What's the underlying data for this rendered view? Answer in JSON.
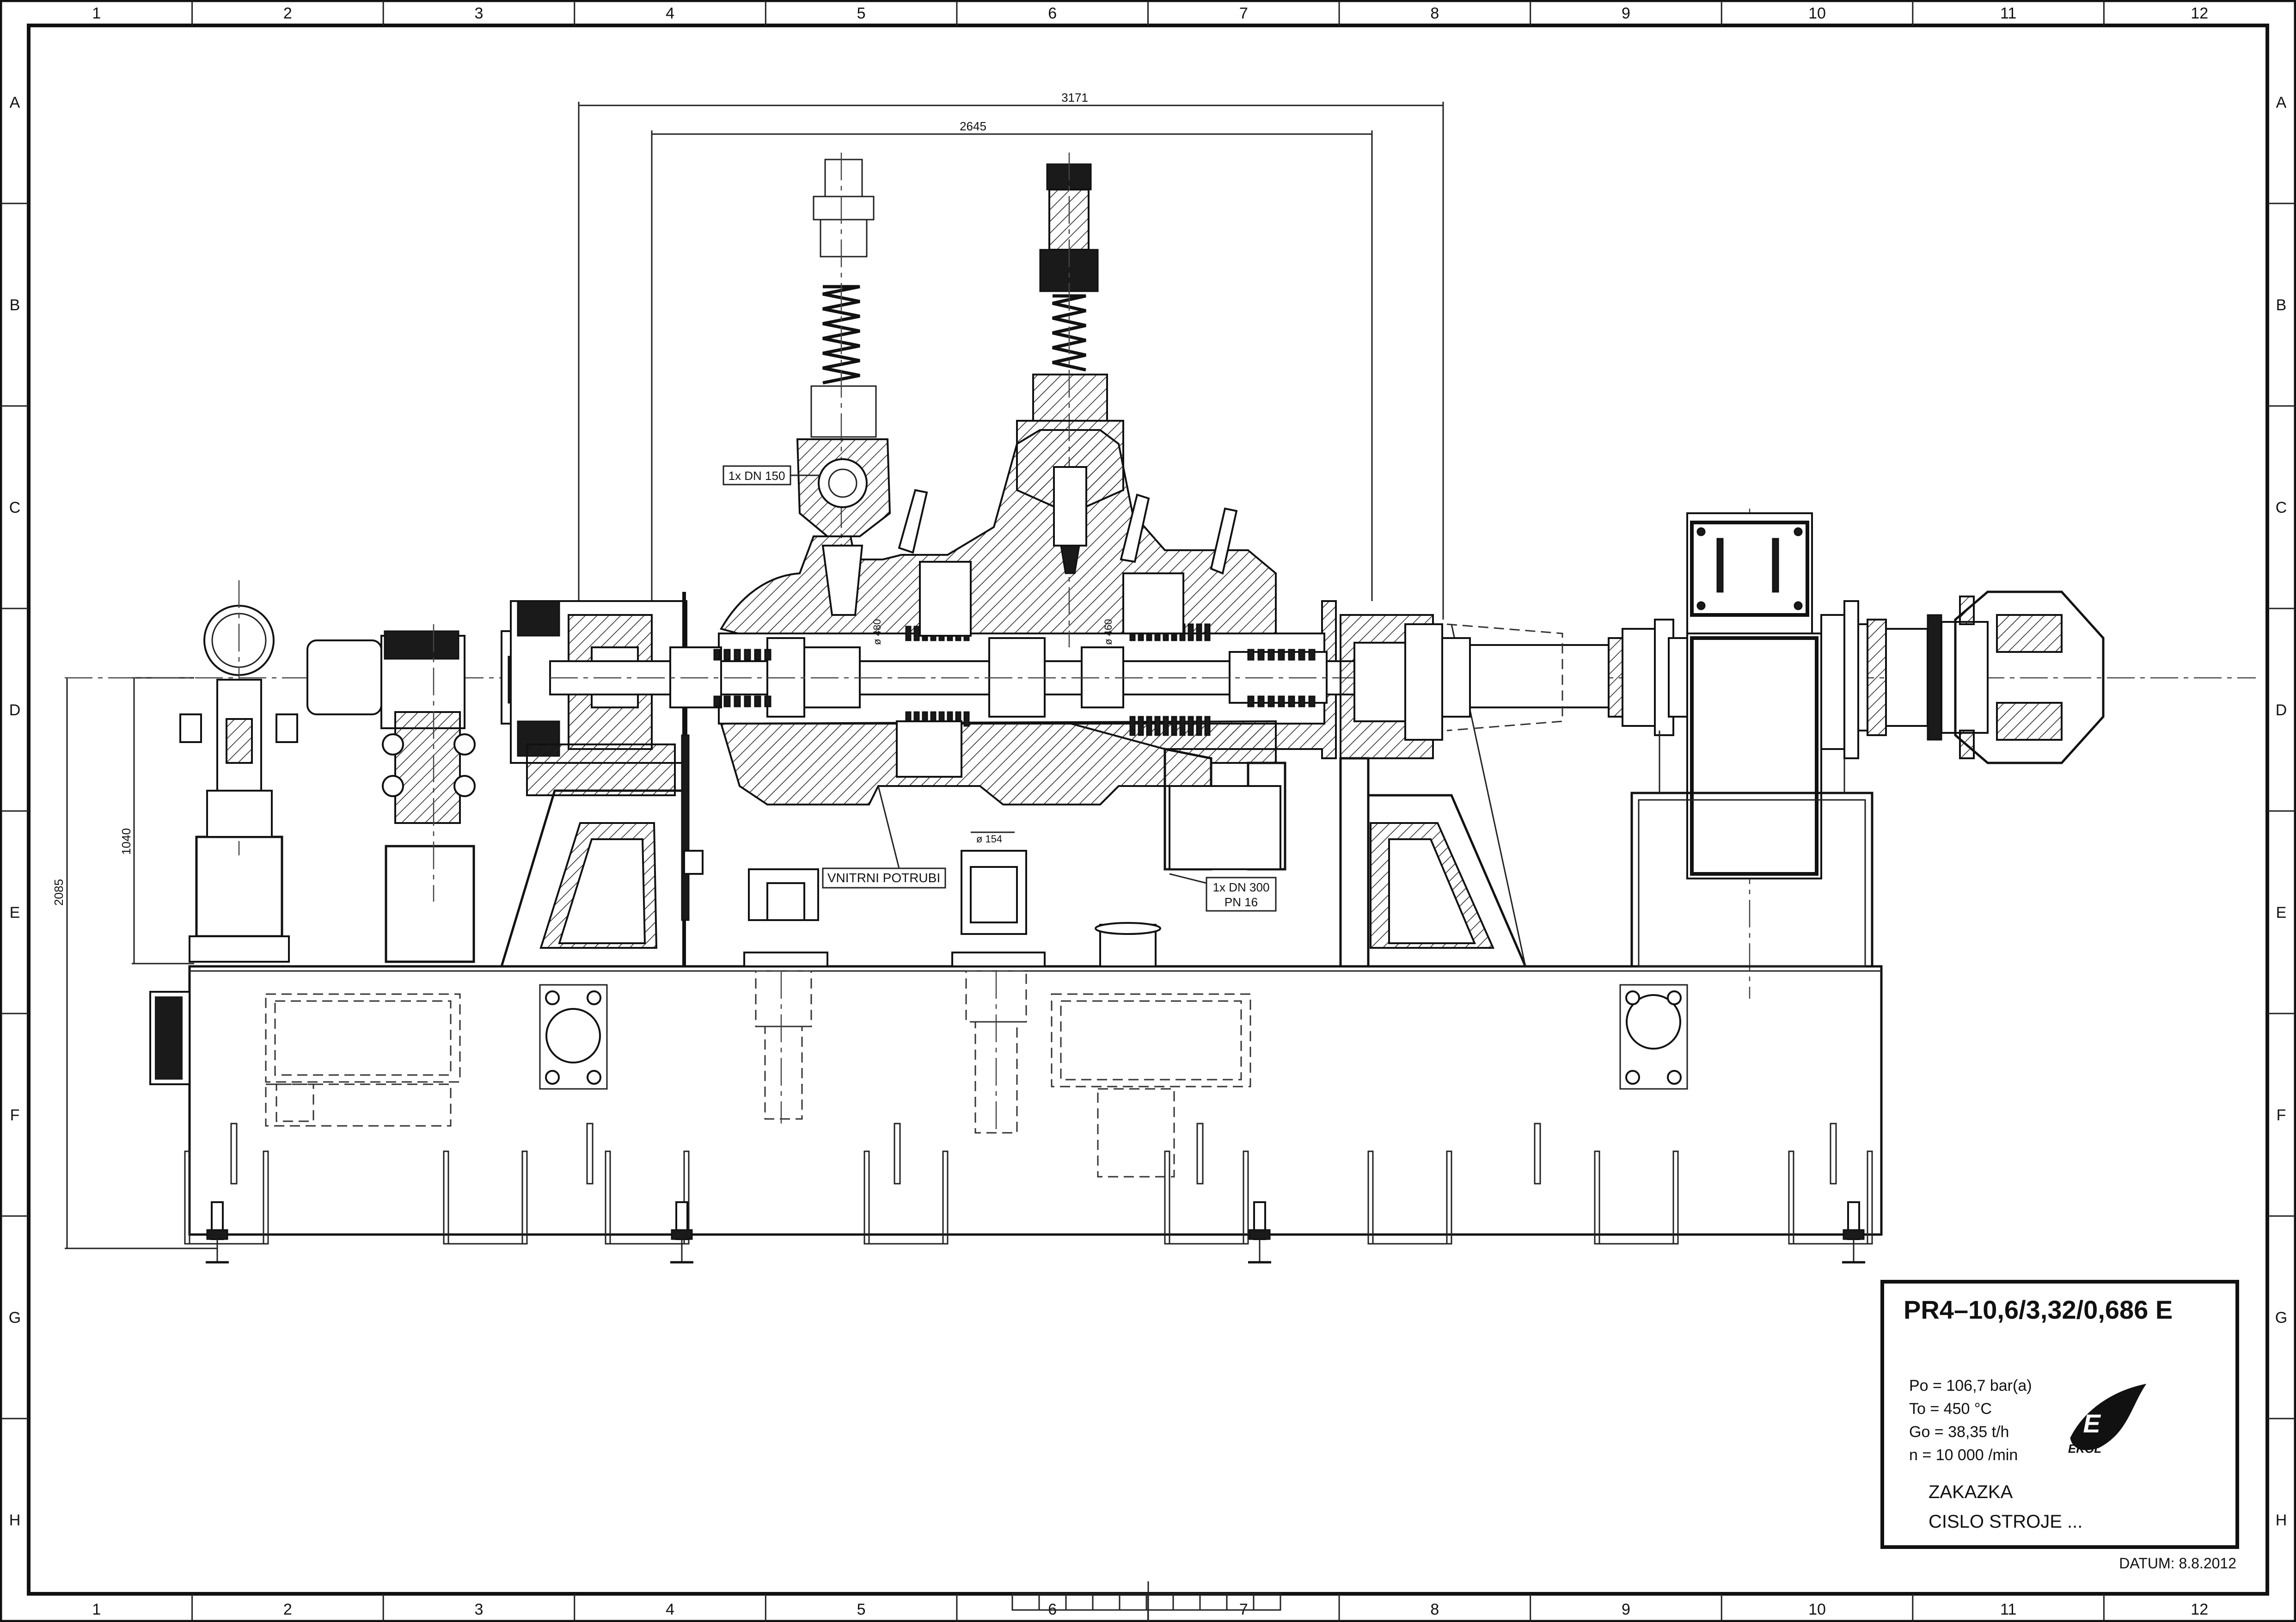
{
  "frame": {
    "columns": [
      "1",
      "2",
      "3",
      "4",
      "5",
      "6",
      "7",
      "8",
      "9",
      "10",
      "11",
      "12"
    ],
    "rows": [
      "A",
      "B",
      "C",
      "D",
      "E",
      "F",
      "G",
      "H"
    ]
  },
  "dimensions": {
    "overall_width": "3171",
    "casing_width": "2645",
    "height_inner": "1040",
    "height_outer": "2085",
    "diameter_a": "ø 480",
    "diameter_b": "ø 154",
    "diameter_c": "ø 460"
  },
  "callouts": {
    "inlet": "1x DN 150",
    "internal_piping": "VNITRNI POTRUBI",
    "exhaust_line1": "1x DN 300",
    "exhaust_line2": "PN 16"
  },
  "title_block": {
    "model": "PR4–10,6/3,32/0,686  E",
    "params": [
      "Po  =  106,7   bar(a)",
      "To  =  450    °C",
      "Go  =  38,35  t/h",
      "n    =  10 000  /min"
    ],
    "order_label": "ZAKAZKA",
    "machine_label": "CISLO STROJE ...",
    "logo_letter": "E",
    "logo_text": "EKOL",
    "date": "DATUM: 8.8.2012"
  },
  "colors": {
    "ink": "#111111",
    "paper": "#ffffff"
  }
}
